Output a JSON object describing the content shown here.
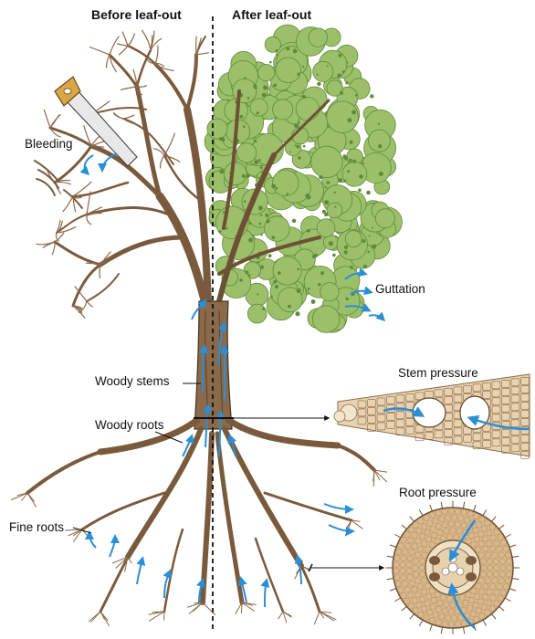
{
  "headers": {
    "before": "Before leaf-out",
    "after": "After leaf-out"
  },
  "labels": {
    "bleeding": "Bleeding",
    "guttation": "Guttation",
    "woody_stems": "Woody stems",
    "woody_roots": "Woody roots",
    "fine_roots": "Fine roots",
    "stem_pressure": "Stem pressure",
    "root_pressure": "Root pressure"
  },
  "colors": {
    "bark": "#8a6a4a",
    "bark_dark": "#4a3520",
    "foliage": "#9cc06a",
    "foliage_dark": "#5e8a3a",
    "water_arrow": "#2a8fd6",
    "stem_tissue": "#e8d2b0",
    "root_tissue": "#d9b98c"
  }
}
